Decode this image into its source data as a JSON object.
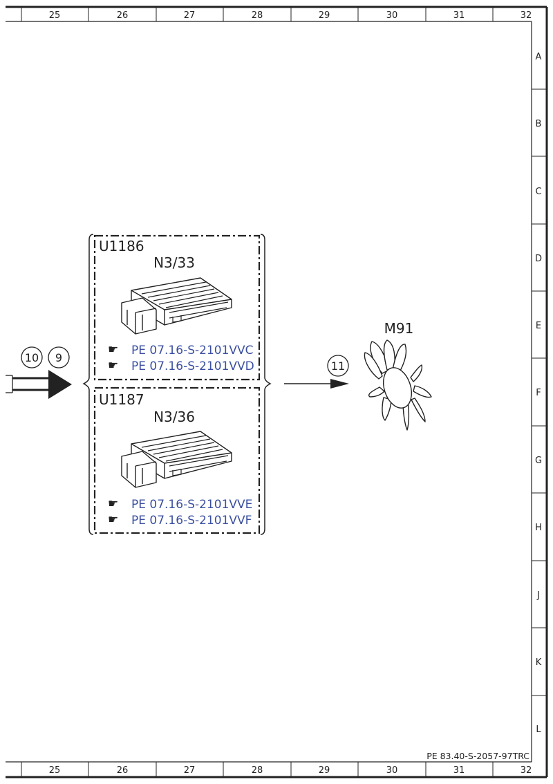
{
  "frame": {
    "columns": [
      "25",
      "26",
      "27",
      "28",
      "29",
      "30",
      "31",
      "32"
    ],
    "rows": [
      "A",
      "B",
      "C",
      "D",
      "E",
      "F",
      "G",
      "H",
      "J",
      "K",
      "L"
    ],
    "doc_id": "PE 83.40-S-2057-97TRC"
  },
  "inputs": {
    "refs": [
      "10",
      "9"
    ]
  },
  "units": [
    {
      "id": "U1186",
      "component": "N3/33",
      "links": [
        "PE 07.16-S-2101VVC",
        "PE 07.16-S-2101VVD"
      ]
    },
    {
      "id": "U1187",
      "component": "N3/36",
      "links": [
        "PE 07.16-S-2101VVE",
        "PE 07.16-S-2101VVF"
      ]
    }
  ],
  "output": {
    "ref": "11",
    "component": "M91"
  },
  "colors": {
    "line": "#222222",
    "link_text": "#3b4fa0"
  }
}
